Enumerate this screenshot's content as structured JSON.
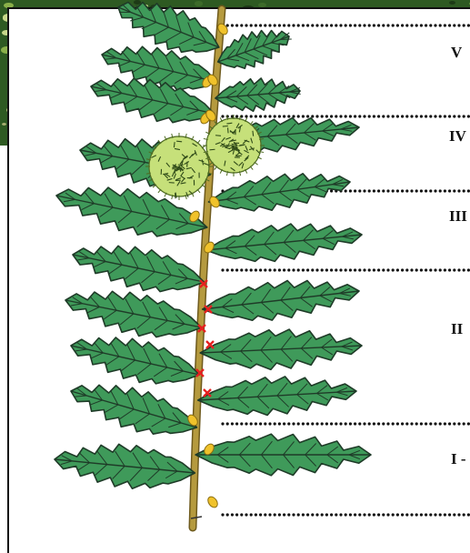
{
  "zones": [
    {
      "id": "V",
      "label": "V"
    },
    {
      "id": "IV",
      "label": "IV"
    },
    {
      "id": "III",
      "label": "III"
    },
    {
      "id": "II",
      "label": "II"
    },
    {
      "id": "I",
      "label": "I -"
    }
  ],
  "colors": {
    "leaf": "#3f9a5a",
    "leaf_dark": "#1f3b28",
    "stem": "#b59a3e",
    "bud": "#f0c22b",
    "burr": "#c6e07a",
    "mark": "#e62020",
    "backdrop": "#2e5a22"
  },
  "icons": {
    "mark": "red-cross-icon",
    "bud": "bud-icon",
    "burr": "chestnut-burr-icon"
  }
}
